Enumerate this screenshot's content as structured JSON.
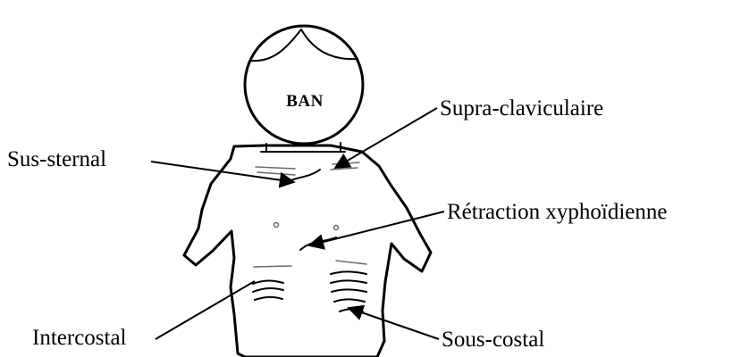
{
  "diagram": {
    "head_badge": "BAN",
    "labels": {
      "supra_claviculaire": "Supra-claviculaire",
      "sus_sternal": "Sus-sternal",
      "retraction_xyphoidienne": "Rétraction xyphoïdienne",
      "intercostal": "Intercostal",
      "sous_costal": "Sous-costal"
    }
  }
}
